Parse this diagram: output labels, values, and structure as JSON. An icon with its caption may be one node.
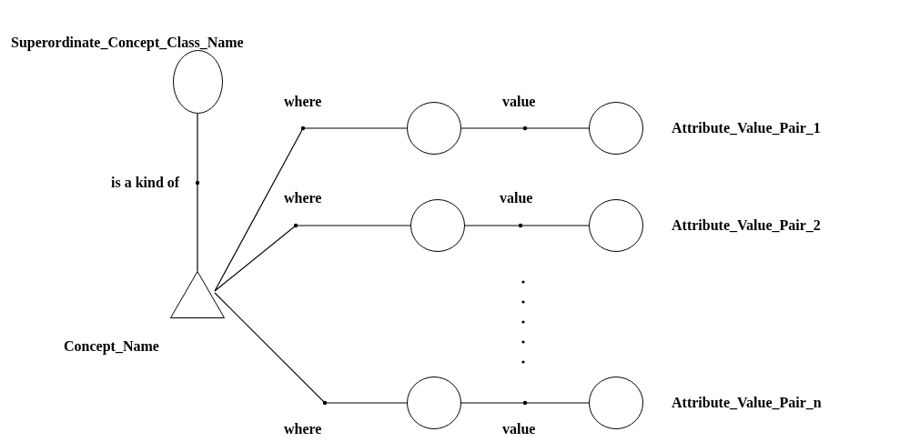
{
  "diagram": {
    "nodes": [
      {
        "text": [],
        "shape": "circle",
        "beside": [
          "Superordinate_Concept_Class_Name"
        ]
      },
      {
        "text": [],
        "shape": "triangle",
        "beside": [
          "Concept_Name"
        ]
      },
      {
        "text": [],
        "shape": "circle"
      },
      {
        "text": [],
        "shape": "circle",
        "beside": [
          "Attribute_Value_Pair_1"
        ]
      },
      {
        "text": [],
        "shape": "circle"
      },
      {
        "text": [],
        "shape": "circle",
        "beside": [
          "Attribute_Value_Pair_2"
        ]
      },
      {
        "text": [],
        "shape": "circle"
      },
      {
        "text": [],
        "shape": "circle",
        "beside": [
          "Attribute_Value_Pair_n"
        ]
      }
    ],
    "edges": [
      {
        "from": 1,
        "to": 0,
        "arrow": "none",
        "label": "is a kind of"
      },
      {
        "from": 1,
        "to": 2,
        "arrow": "none",
        "label": "where"
      },
      {
        "from": 2,
        "to": 3,
        "arrow": "none",
        "label": "value"
      },
      {
        "from": 1,
        "to": 4,
        "arrow": "none",
        "label": "where"
      },
      {
        "from": 4,
        "to": 5,
        "arrow": "none",
        "label": "value"
      },
      {
        "from": 1,
        "to": 6,
        "arrow": "none",
        "label": "where"
      },
      {
        "from": 6,
        "to": 7,
        "arrow": "none",
        "label": "value"
      }
    ]
  }
}
